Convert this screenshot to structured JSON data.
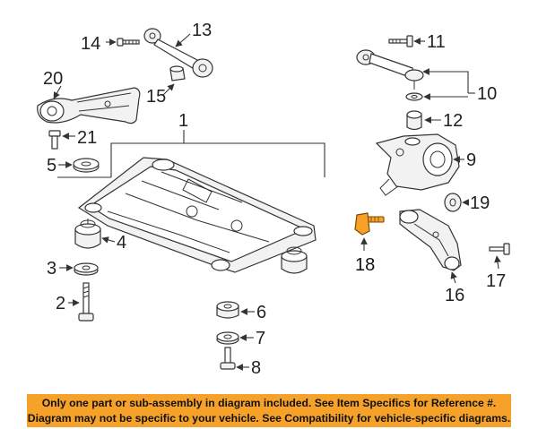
{
  "callouts": {
    "c1": "1",
    "c2": "2",
    "c3": "3",
    "c4": "4",
    "c5": "5",
    "c6": "6",
    "c7": "7",
    "c8": "8",
    "c9": "9",
    "c10": "10",
    "c11": "11",
    "c12": "12",
    "c13": "13",
    "c14": "14",
    "c15": "15",
    "c16": "16",
    "c17": "17",
    "c18": "18",
    "c19": "19",
    "c20": "20",
    "c21": "21"
  },
  "notice": {
    "line1": "Only one part or sub-assembly in diagram included. See Item Specifics for Reference #.",
    "line2": "Diagram may not be specific to your vehicle. See Compatibility for vehicle-specific diagrams."
  },
  "colors": {
    "banner": "#f6a12a",
    "highlight_part": "#f6a12a"
  }
}
